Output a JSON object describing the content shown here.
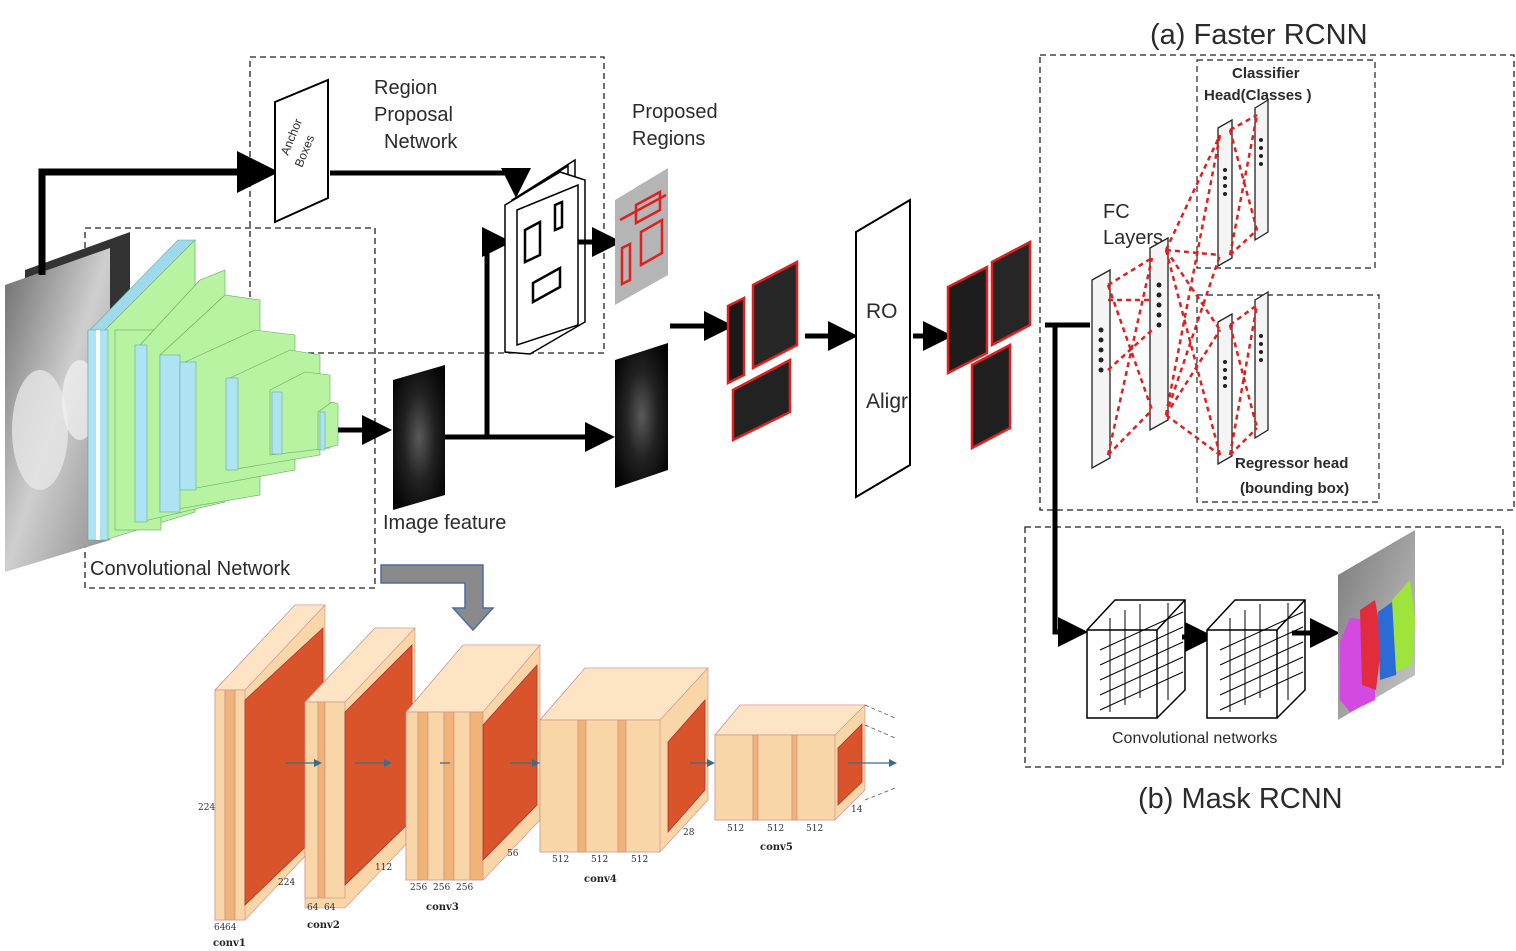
{
  "titles": {
    "faster_rcnn": "(a) Faster RCNN",
    "mask_rcnn": "(b) Mask RCNN"
  },
  "labels": {
    "rpn_line1": "Region",
    "rpn_line2": "Proposal",
    "rpn_line3": "Network",
    "anchor_line1": "Anchor",
    "anchor_line2": "Boxes",
    "proposed_line1": "Proposed",
    "proposed_line2": "Regions",
    "conv_network": "Convolutional Network",
    "image_feature": "Image feature",
    "roi_line1": "RO",
    "roi_line2": "Aligr",
    "fc_line1": "FC",
    "fc_line2": "Layers",
    "classifier_line1": "Classifier",
    "classifier_line2": "Head(Classes )",
    "regressor_line1": "Regressor head",
    "regressor_line2": "(bounding box)",
    "conv_networks": "Convolutional networks"
  },
  "vgg": {
    "blocks": [
      {
        "name": "conv1",
        "channels": [
          "64",
          "64"
        ],
        "size": "224",
        "side": "224"
      },
      {
        "name": "conv2",
        "channels": [
          "64",
          "64"
        ],
        "size": "112"
      },
      {
        "name": "conv3",
        "channels": [
          "256",
          "256",
          "256"
        ],
        "size": "56"
      },
      {
        "name": "conv4",
        "channels": [
          "512",
          "512",
          "512"
        ],
        "size": "28"
      },
      {
        "name": "conv5",
        "channels": [
          "512",
          "512",
          "512"
        ],
        "size": "14"
      }
    ]
  },
  "colors": {
    "conv_fill": "#f8d6a8",
    "conv_dark": "#f0b478",
    "pool_fill": "#d9532b",
    "cnn_green": "#b7f3a1",
    "cnn_blue": "#aee3f1",
    "red_dash": "#e02020",
    "arrow_blue": "#4a6ea8"
  }
}
